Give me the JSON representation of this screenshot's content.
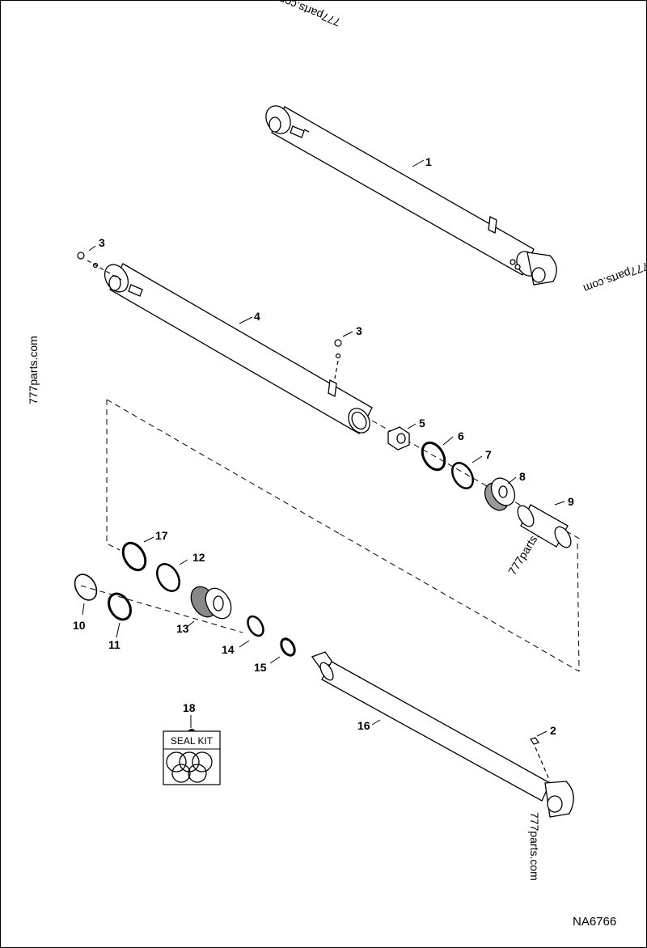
{
  "watermark": "777parts.com",
  "drawing_ref": "NA6766",
  "seal_kit_label": "SEAL KIT",
  "callouts": {
    "p1": "1",
    "p2": "2",
    "p3a": "3",
    "p3b": "3",
    "p4": "4",
    "p5": "5",
    "p6": "6",
    "p7": "7",
    "p8": "8",
    "p9": "9",
    "p10": "10",
    "p11": "11",
    "p12": "12",
    "p13": "13",
    "p14": "14",
    "p15": "15",
    "p16": "16",
    "p17": "17",
    "p18": "18"
  }
}
